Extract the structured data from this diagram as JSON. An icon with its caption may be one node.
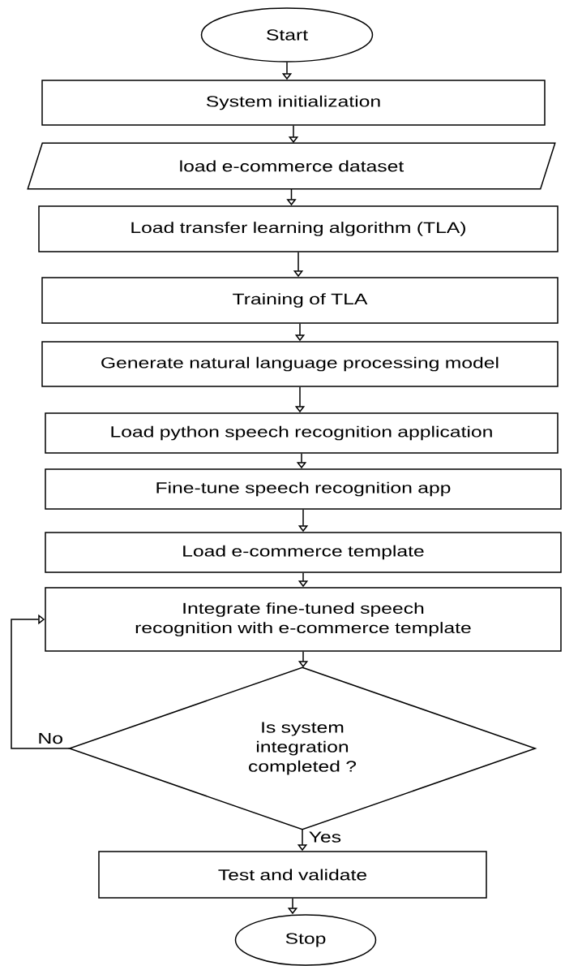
{
  "diagram": {
    "nodes": [
      {
        "text": [
          "Start"
        ]
      },
      {
        "text": [
          "System initialization"
        ]
      },
      {
        "text": [
          "load e-commerce dataset"
        ]
      },
      {
        "text": [
          "Load  transfer learning algorithm (TLA)"
        ]
      },
      {
        "text": [
          "Training of TLA"
        ]
      },
      {
        "text": [
          "Generate natural language processing model"
        ]
      },
      {
        "text": [
          "Load python speech recognition application"
        ]
      },
      {
        "text": [
          "Fine-tune speech recognition app"
        ]
      },
      {
        "text": [
          "Load e-commerce template"
        ]
      },
      {
        "text": [
          "Integrate fine-tuned speech recognition with e-commerce template"
        ]
      },
      {
        "text": [
          "Is system integration completed ?"
        ]
      },
      {
        "text": [
          "Test and validate"
        ]
      },
      {
        "text": [
          "Stop"
        ]
      }
    ],
    "edges": [
      {
        "from": 0,
        "to": 1,
        "arrow": "to"
      },
      {
        "from": 1,
        "to": 2,
        "arrow": "to"
      },
      {
        "from": 2,
        "to": 3,
        "arrow": "to"
      },
      {
        "from": 3,
        "to": 4,
        "arrow": "to"
      },
      {
        "from": 4,
        "to": 5,
        "arrow": "to"
      },
      {
        "from": 5,
        "to": 6,
        "arrow": "to"
      },
      {
        "from": 6,
        "to": 7,
        "arrow": "to"
      },
      {
        "from": 7,
        "to": 8,
        "arrow": "to"
      },
      {
        "from": 8,
        "to": 9,
        "arrow": "to"
      },
      {
        "from": 9,
        "to": 10,
        "arrow": "to"
      },
      {
        "from": 10,
        "to": 11,
        "arrow": "to",
        "label": "Yes"
      },
      {
        "from": 11,
        "to": 12,
        "arrow": "to"
      },
      {
        "from": 10,
        "to": 9,
        "arrow": "to",
        "label": "No"
      }
    ]
  }
}
